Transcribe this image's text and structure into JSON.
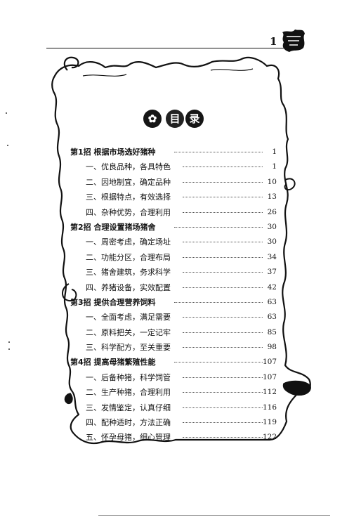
{
  "page_number": "1",
  "toc_title": {
    "left_glyph": "目",
    "right_glyph": "录"
  },
  "entries": [
    {
      "kind": "chapter",
      "label": "第1招  根据市场选好猪种",
      "page": "1"
    },
    {
      "kind": "section",
      "label": "一、优良品种，各具特色",
      "page": "1"
    },
    {
      "kind": "section",
      "label": "二、因地制宜，确定品种",
      "page": "10"
    },
    {
      "kind": "section",
      "label": "三、根据特点，有效选择",
      "page": "13"
    },
    {
      "kind": "section",
      "label": "四、杂种优势，合理利用",
      "page": "26"
    },
    {
      "kind": "chapter",
      "label": "第2招  合理设置猪场猪舍",
      "page": "30"
    },
    {
      "kind": "section",
      "label": "一、周密考虑，确定场址",
      "page": "30"
    },
    {
      "kind": "section",
      "label": "二、功能分区，合理布局",
      "page": "34"
    },
    {
      "kind": "section",
      "label": "三、猪舍建筑，务求科学",
      "page": "37"
    },
    {
      "kind": "section",
      "label": "四、养猪设备，实效配置",
      "page": "42"
    },
    {
      "kind": "chapter",
      "label": "第3招  提供合理营养饲料",
      "page": "63"
    },
    {
      "kind": "section",
      "label": "一、全面考虑，满足需要",
      "page": "63"
    },
    {
      "kind": "section",
      "label": "二、原料把关，一定记牢",
      "page": "85"
    },
    {
      "kind": "section",
      "label": "三、科学配方，至关重要",
      "page": "98"
    },
    {
      "kind": "chapter",
      "label": "第4招  提高母猪繁殖性能",
      "page": "107"
    },
    {
      "kind": "section",
      "label": "一、后备种猪，科学饲管",
      "page": "107"
    },
    {
      "kind": "section",
      "label": "二、生产种猪，合理利用",
      "page": "112"
    },
    {
      "kind": "section",
      "label": "三、发情鉴定，认真仔细",
      "page": "116"
    },
    {
      "kind": "section",
      "label": "四、配种适时，方法正确",
      "page": "119"
    },
    {
      "kind": "section",
      "label": "五、怀孕母猪，细心管理",
      "page": "122"
    }
  ]
}
